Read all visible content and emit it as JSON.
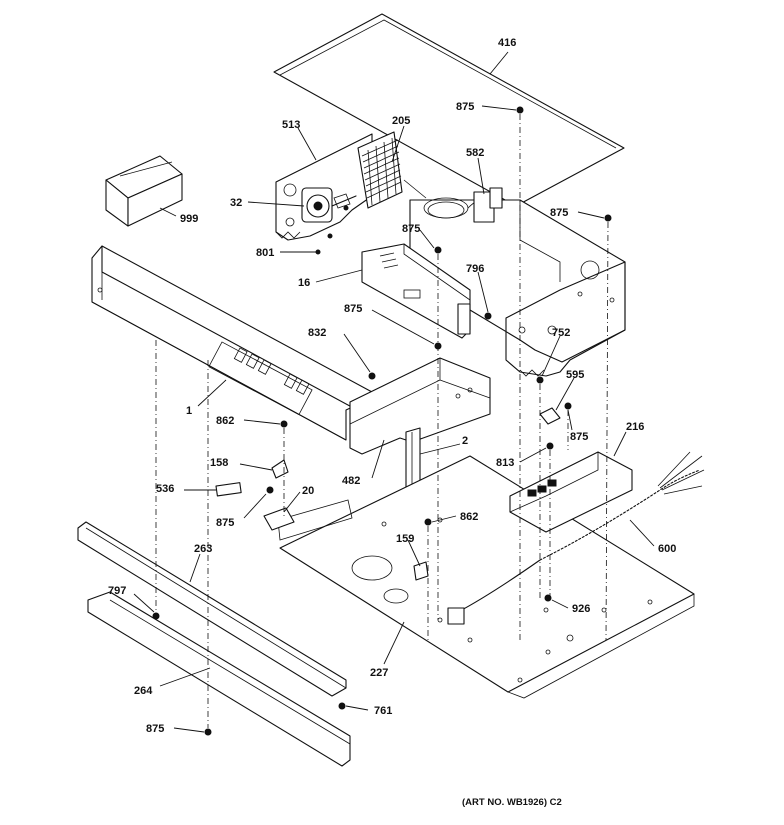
{
  "labels": {
    "l416": "416",
    "l875a": "875",
    "l513": "513",
    "l205": "205",
    "l582": "582",
    "l999": "999",
    "l32": "32",
    "l875b": "875",
    "l875c": "875",
    "l801": "801",
    "l796": "796",
    "l16": "16",
    "l875d": "875",
    "l752": "752",
    "l832": "832",
    "l595": "595",
    "l1": "1",
    "l875e": "875",
    "l216": "216",
    "l862a": "862",
    "l2": "2",
    "l813": "813",
    "l158": "158",
    "l482": "482",
    "l536": "536",
    "l20": "20",
    "l862b": "862",
    "l875f": "875",
    "l600": "600",
    "l159": "159",
    "l263": "263",
    "l797": "797",
    "l926": "926",
    "l227": "227",
    "l264": "264",
    "l761": "761",
    "l875g": "875"
  },
  "footer": {
    "art_no": "(ART NO. WB1926) C2"
  }
}
